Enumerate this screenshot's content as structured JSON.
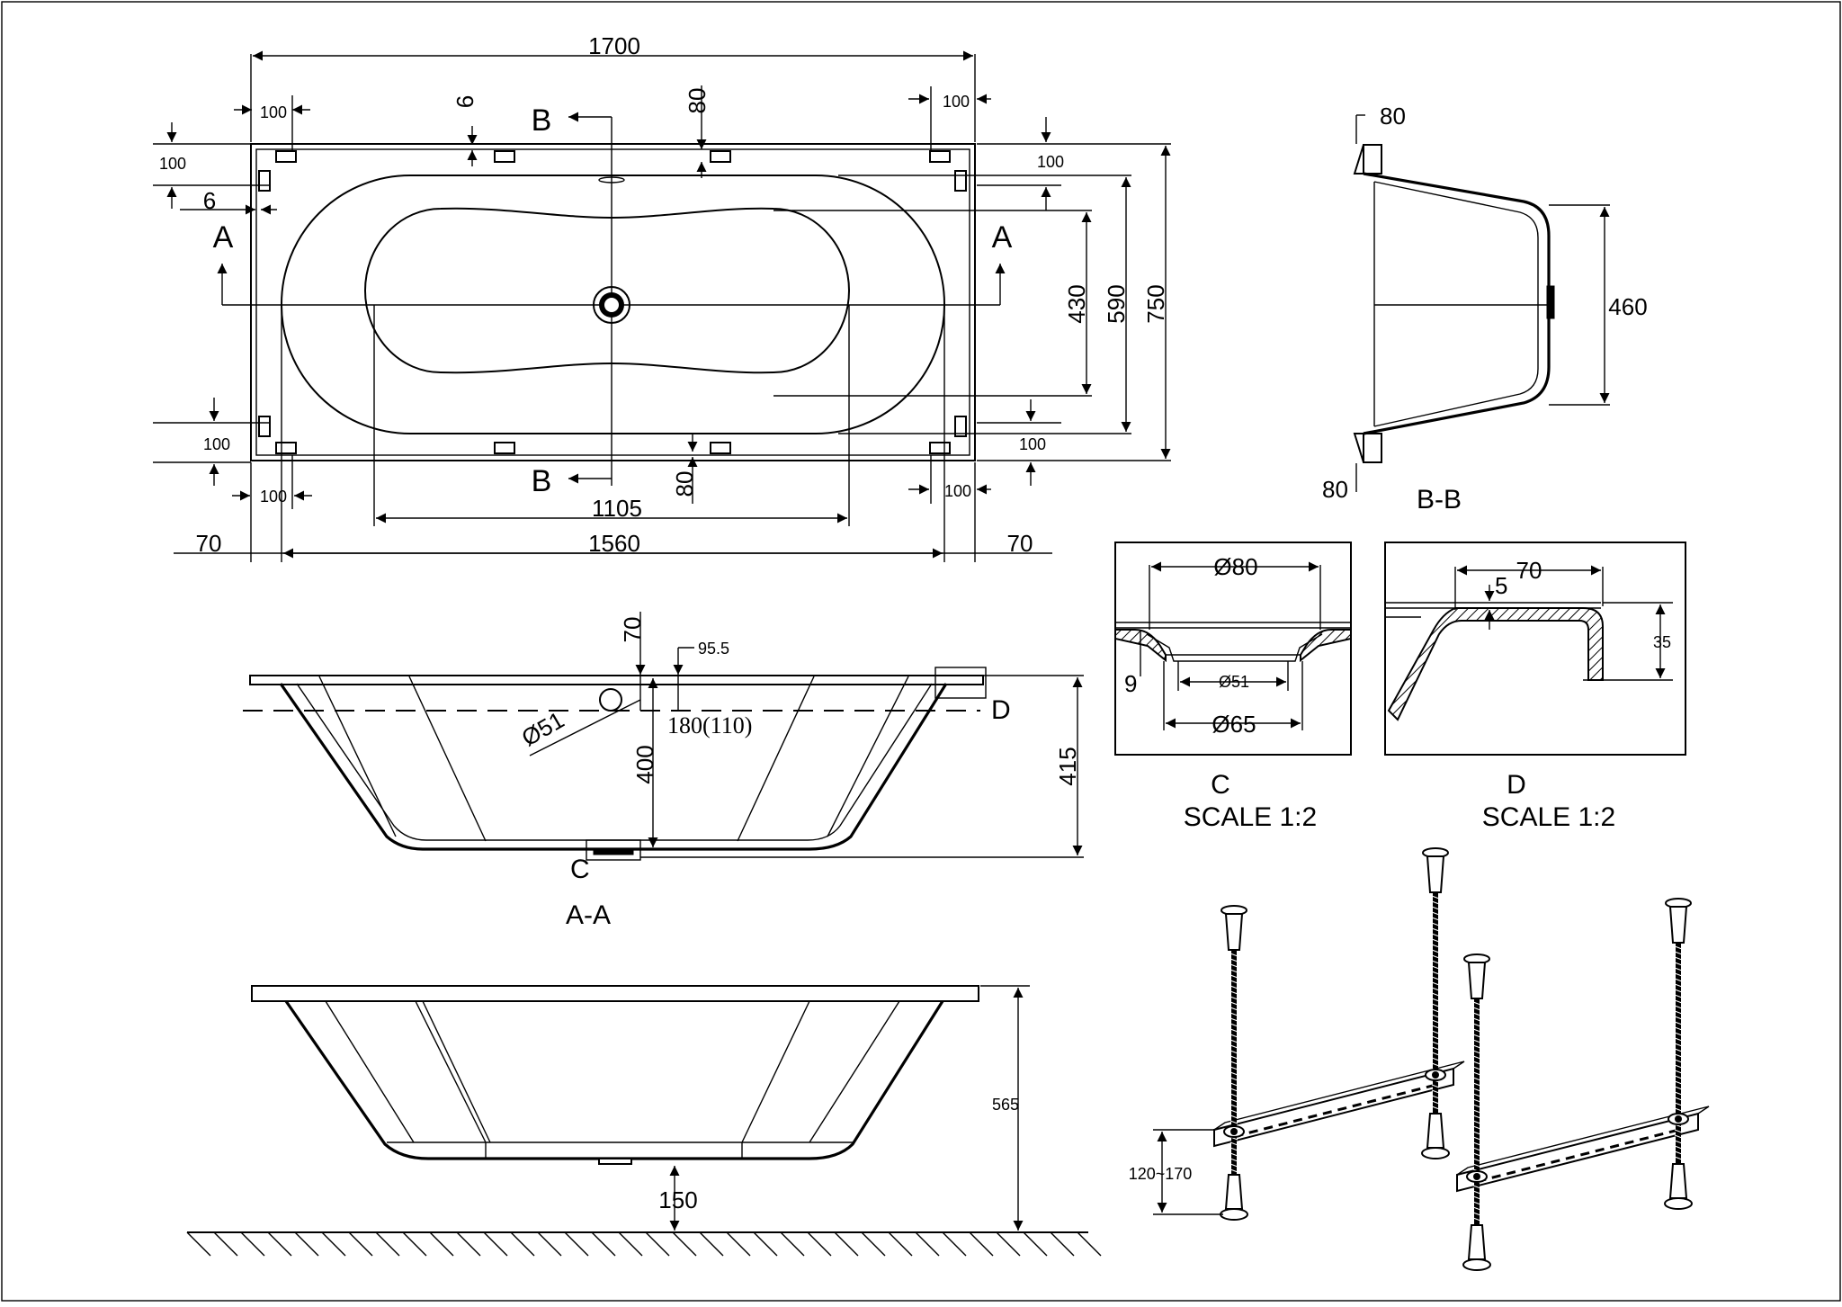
{
  "dimensions": {
    "overall_length": "1700",
    "overall_width": "750",
    "inner_length": "1560",
    "basin_length": "1105",
    "width_590": "590",
    "width_430": "430",
    "rim_70": "70",
    "inset_100": "100",
    "inset_6": "6",
    "inset_80": "80",
    "height_415": "415",
    "height_400": "400",
    "offset_70": "70",
    "offset_95_5": "95.5",
    "overflow_height": "180(110)",
    "drain_dia_51": "Ø51",
    "height_565": "565",
    "floor_150": "150",
    "bb_depth": "460",
    "bb_80": "80",
    "c_dia_80": "Ø80",
    "c_dia_51": "Ø51",
    "c_dia_65": "Ø65",
    "c_9": "9",
    "d_70": "70",
    "d_5": "5",
    "d_35": "35",
    "leg_adjust": "120~170"
  },
  "labels": {
    "section_a": "A",
    "section_b": "B",
    "section_aa": "A-A",
    "section_bb": "B-B",
    "detail_c": "C",
    "detail_d": "D",
    "scale_c": "SCALE 1:2",
    "scale_d": "SCALE 1:2"
  }
}
